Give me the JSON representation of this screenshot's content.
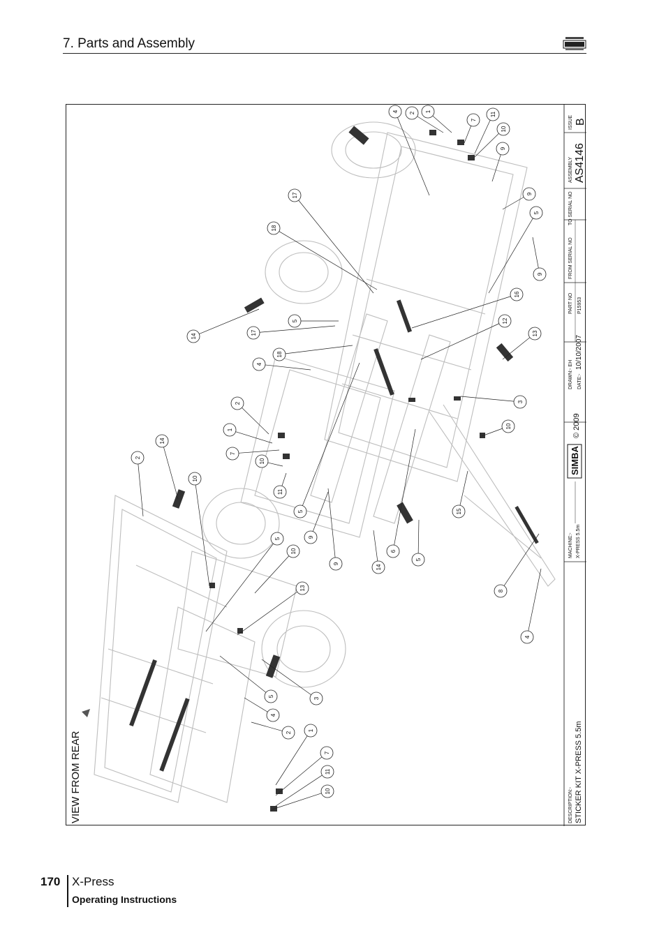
{
  "header": {
    "section_title": "7. Parts and Assembly"
  },
  "footer": {
    "page_number": "170",
    "product": "X-Press",
    "subtitle": "Operating Instructions"
  },
  "drawing": {
    "view_label": "VIEW FROM REAR",
    "title_block": {
      "description_label": "DESCRIPTION:-",
      "description_value": "STICKER KIT X-PRESS 5.5m",
      "machine_label": "MACHINE:-",
      "machine_value": "X-PRESS 5.5m",
      "logo_text": "SIMBA",
      "copyright": "© 2009",
      "drawn_label": "DRAWN:- EH",
      "date_label": "DATE:-",
      "date_value": "10/10/2007",
      "part_no_label": "PART NO",
      "part_no_value": "P15953",
      "from_serial_label": "FROM SERIAL NO",
      "to_serial_label": "TO SERIAL NO",
      "assembly_label": "ASSEMBLY",
      "assembly_value": "AS4146",
      "issue_label": "ISSUE",
      "issue_value": "B"
    },
    "callouts": [
      "4",
      "2",
      "1",
      "7",
      "11",
      "10",
      "9",
      "9",
      "5",
      "9",
      "17",
      "18",
      "16",
      "12",
      "13",
      "5",
      "17",
      "14",
      "18",
      "4",
      "3",
      "2",
      "10",
      "1",
      "7",
      "10",
      "11",
      "5",
      "14",
      "2",
      "10",
      "9",
      "6",
      "9",
      "14",
      "5",
      "15",
      "8",
      "4",
      "5",
      "10",
      "13",
      "3",
      "5",
      "4",
      "2",
      "1",
      "7",
      "11",
      "10"
    ]
  }
}
